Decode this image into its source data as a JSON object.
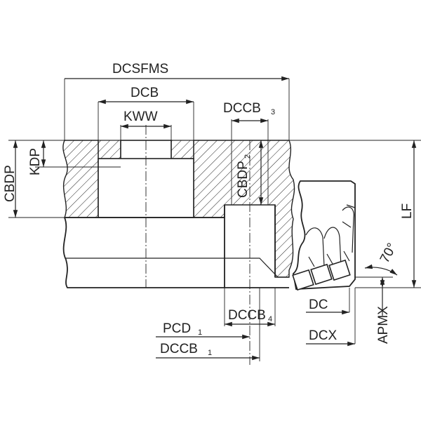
{
  "labels": {
    "dcsfms": "DCSFMS",
    "dcb": "DCB",
    "kww": "KWW",
    "dccb3_main": "DCCB",
    "dccb3_sub": "3",
    "cbdp_left": "CBDP",
    "kdp": "KDP",
    "cbdp2_main": "CBDP",
    "cbdp2_sub": "2",
    "lf": "LF",
    "angle": "70°",
    "pcd1_main": "PCD",
    "pcd1_sub": "1",
    "dccb4_main": "DCCB",
    "dccb4_sub": "4",
    "dccb1_main": "DCCB",
    "dccb1_sub": "1",
    "dc": "DC",
    "dcx": "DCX",
    "apmx": "APMX"
  }
}
